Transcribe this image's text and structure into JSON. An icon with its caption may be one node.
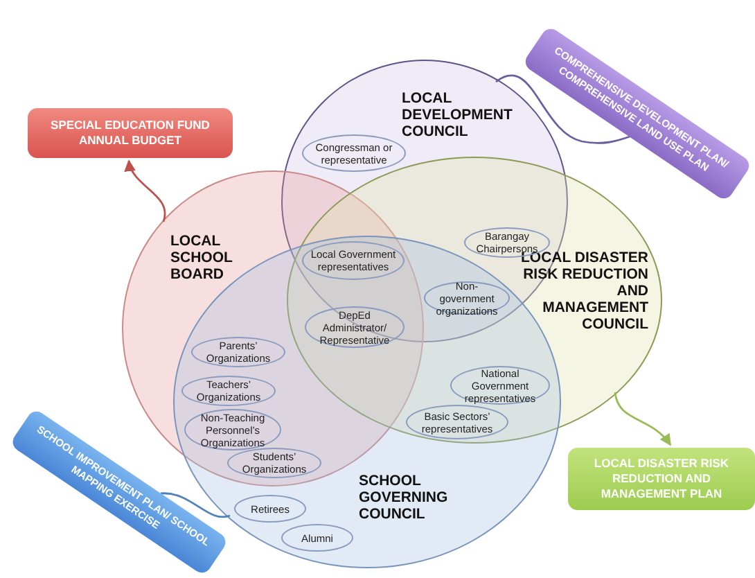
{
  "diagram": {
    "nodes": [
      {
        "text": [
          "SPECIAL EDUCATION FUND ANNUAL BUDGET"
        ]
      },
      {
        "text": [
          "COMPREHENSIVE DEVELOPMENT PLAN/ COMPREHENSIVE LAND USE PLAN"
        ]
      },
      {
        "text": [
          "LOCAL DEVELOPMENT COUNCIL"
        ]
      },
      {
        "text": [
          "Congressman or representative"
        ],
        "in": 2
      },
      {
        "text": [
          "LOCAL SCHOOL BOARD"
        ]
      },
      {
        "text": [
          "LOCAL DISASTER RISK REDUCTION AND MANAGEMENT COUNCIL"
        ]
      },
      {
        "text": [
          "Barangay Chairpersons"
        ]
      },
      {
        "text": [
          "Local Government representatives"
        ]
      },
      {
        "text": [
          "Non-government organizations"
        ]
      },
      {
        "text": [
          "DepEd Administrator/ Representative"
        ]
      },
      {
        "text": [
          "SCHOOL GOVERNING COUNCIL"
        ]
      },
      {
        "text": [
          "Parents’ Organizations"
        ]
      },
      {
        "text": [
          "Teachers’ Organizations"
        ]
      },
      {
        "text": [
          "National Government representatives"
        ]
      },
      {
        "text": [
          "Non-Teaching Personnel’s Organizations"
        ]
      },
      {
        "text": [
          "Basic Sectors’ representatives"
        ]
      },
      {
        "text": [
          "Students’ Organizations"
        ]
      },
      {
        "text": [
          "Retirees"
        ],
        "in": 10
      },
      {
        "text": [
          "Alumni"
        ],
        "in": 10
      },
      {
        "text": [
          "LOCAL DISASTER RISK REDUCTION AND MANAGEMENT PLAN"
        ]
      },
      {
        "text": [
          "SCHOOL IMPROVEMENT PLAN/ SCHOOL MAPPING EXERCISE"
        ]
      }
    ],
    "edges": [
      {
        "from": 4,
        "to": 0,
        "arrow": "to",
        "color": "#c0504d"
      },
      {
        "from": 2,
        "to": 1,
        "arrow": "none",
        "color": "#6b5fa0"
      },
      {
        "from": 5,
        "to": 19,
        "arrow": "to",
        "color": "#9bbb59"
      },
      {
        "from": 10,
        "to": 20,
        "arrow": "none",
        "color": "#4f81bd"
      }
    ]
  }
}
